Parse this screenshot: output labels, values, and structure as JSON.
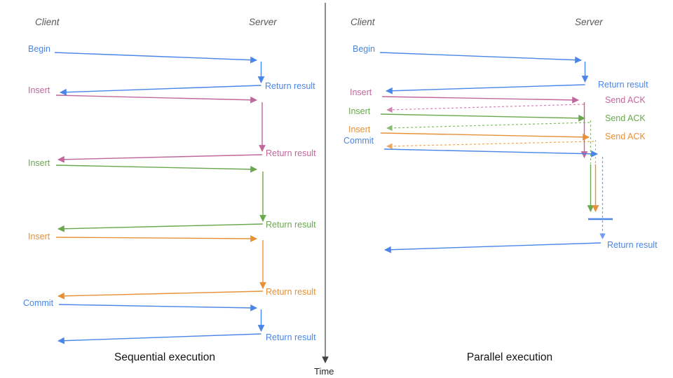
{
  "diagram": {
    "colors": {
      "blue": "#4a86e8",
      "pink": "#c0679c",
      "green": "#6aa84f",
      "orange": "#e69138",
      "axis": "#434343"
    },
    "time_axis": {
      "label": "Time"
    },
    "sequential": {
      "title": "Sequential execution",
      "actors": {
        "client": "Client",
        "server": "Server"
      },
      "calls": [
        {
          "request": "Begin",
          "response": "Return result"
        },
        {
          "request": "Insert",
          "response": "Return result"
        },
        {
          "request": "Insert",
          "response": "Return result"
        },
        {
          "request": "Insert",
          "response": "Return result"
        },
        {
          "request": "Commit",
          "response": "Return result"
        }
      ]
    },
    "parallel": {
      "title": "Parallel execution",
      "actors": {
        "client": "Client",
        "server": "Server"
      },
      "calls": [
        {
          "request": "Begin",
          "response": "Return result"
        },
        {
          "request": "Insert",
          "response": "Send ACK"
        },
        {
          "request": "Insert",
          "response": "Send ACK"
        },
        {
          "request": "Insert",
          "response": "Send ACK"
        },
        {
          "request": "Commit",
          "response": "Return result"
        }
      ]
    }
  }
}
